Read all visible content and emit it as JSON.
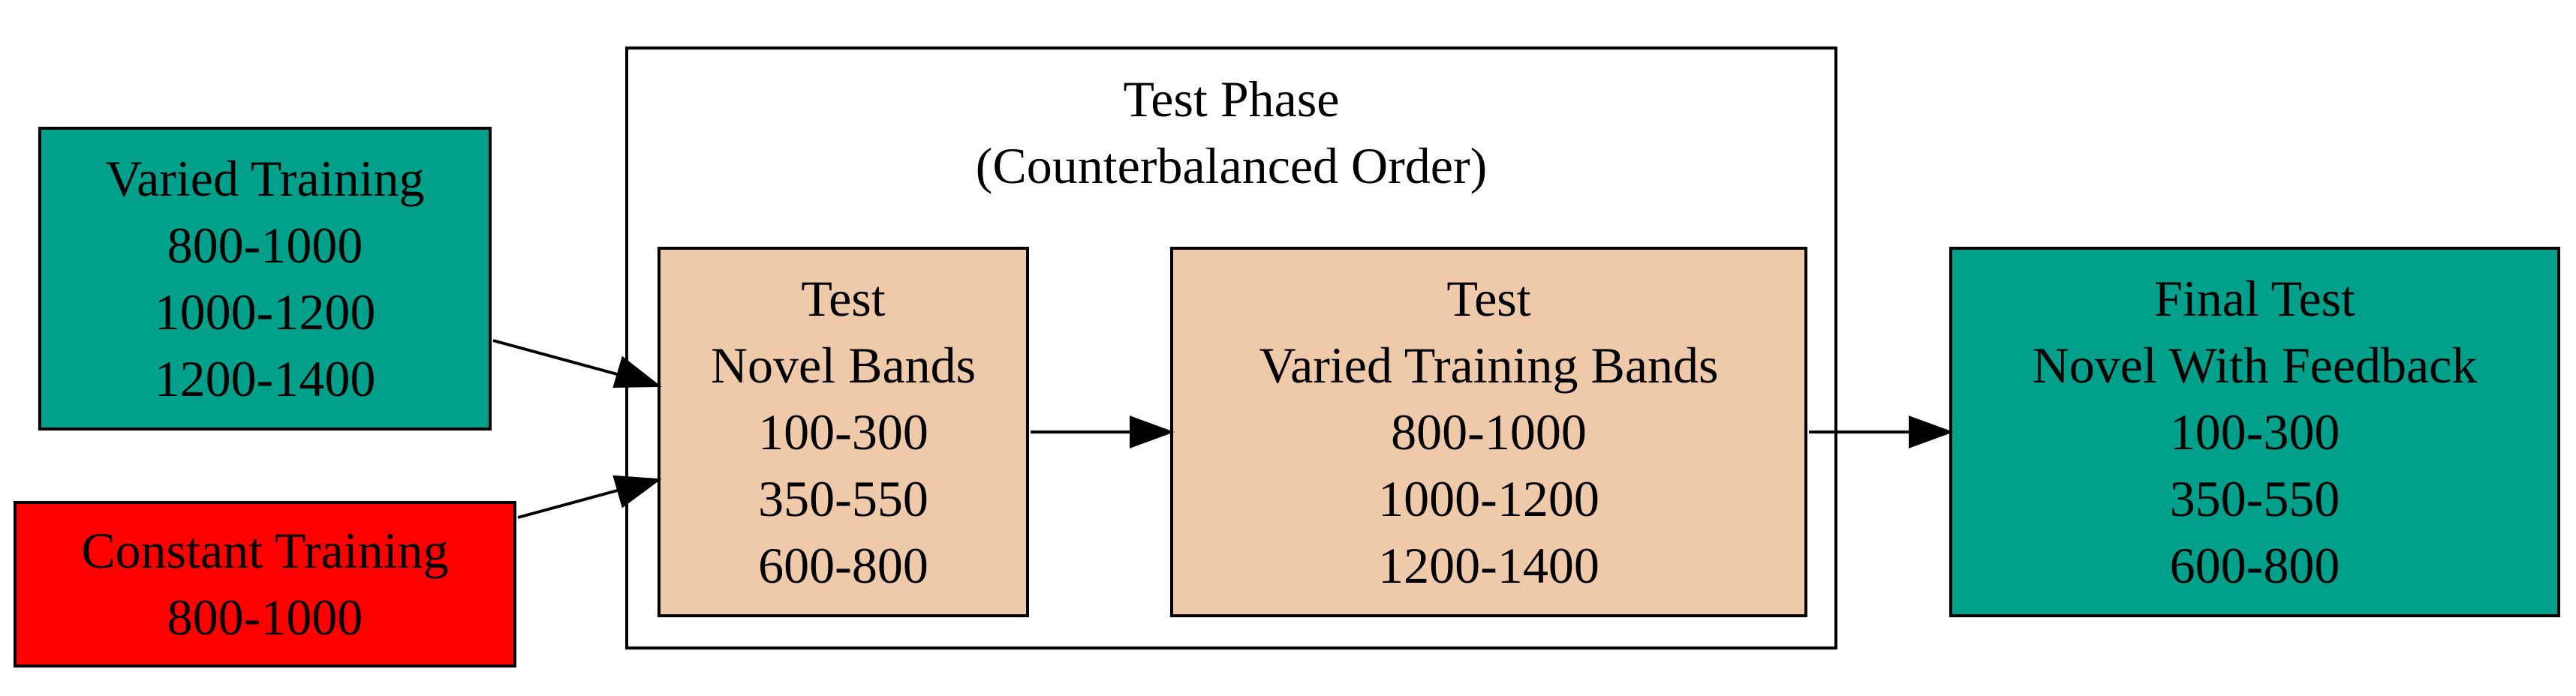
{
  "colors": {
    "training_green": "#00a08a",
    "constant_red": "#ff0000",
    "test_peach": "#eecaab",
    "border": "#000000"
  },
  "nodes": {
    "varied_training": {
      "lines": [
        "Varied Training",
        "800-1000",
        "1000-1200",
        "1200-1400"
      ]
    },
    "constant_training": {
      "lines": [
        "Constant Training",
        "800-1000"
      ]
    },
    "test_novel": {
      "lines": [
        "Test",
        "Novel Bands",
        "100-300",
        "350-550",
        "600-800"
      ]
    },
    "test_varied": {
      "lines": [
        "Test",
        "Varied Training Bands",
        "800-1000",
        "1000-1200",
        "1200-1400"
      ]
    },
    "final_test": {
      "lines": [
        "Final Test",
        "Novel With Feedback",
        "100-300",
        "350-550",
        "600-800"
      ]
    }
  },
  "cluster": {
    "lines": [
      "Test Phase",
      "(Counterbalanced Order)"
    ]
  },
  "edges": [
    {
      "from": "varied_training",
      "to": "test_novel"
    },
    {
      "from": "constant_training",
      "to": "test_novel"
    },
    {
      "from": "test_novel",
      "to": "test_varied"
    },
    {
      "from": "test_varied",
      "to": "final_test"
    }
  ]
}
